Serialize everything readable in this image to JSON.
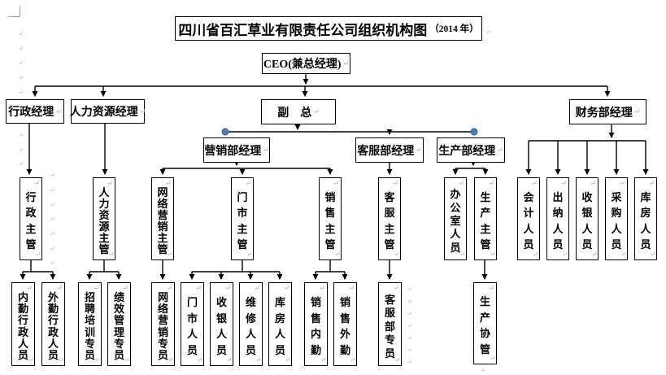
{
  "title": {
    "main": "四川省百汇草业有限责任公司组织机构图",
    "year": "（2014 年）"
  },
  "marks": {
    "pilcrow": "↵"
  },
  "colors": {
    "handle_blue": "#4f81bd",
    "handle_blue_dark": "#2c5aa0",
    "line_black": "#000000"
  },
  "nodes": {
    "ceo": "CEO(兼总经理)",
    "admin_manager": "行政经理",
    "hr_manager": "人力资源经理",
    "vice_president": "副　总",
    "finance_manager": "财务部经理",
    "marketing_manager": "营销部经理",
    "service_manager": "客服部经理",
    "production_manager": "生产部经理",
    "admin_supervisor": "行政主管",
    "hr_supervisor": "人力资源主管",
    "online_marketing_supervisor": "网络营销主管",
    "store_supervisor": "门市主管",
    "sales_supervisor": "销售主管",
    "service_supervisor": "客服主管",
    "office_staff": "办公室人员",
    "production_supervisor": "生产主管",
    "accounting_staff": "会计人员",
    "cashier_staff": "出纳人员",
    "teller_staff": "收银人员",
    "purchasing_staff": "采购人员",
    "warehouse_staff": "库房人员",
    "internal_admin_staff": "内勤行政人员",
    "field_admin_staff": "外勤行政人员",
    "recruit_training_specialist": "招聘培训专员",
    "performance_specialist": "绩效管理专员",
    "online_marketing_specialist": "网络营销专员",
    "store_staff": "门市人员",
    "store_cashier_staff": "收银人员",
    "repair_staff": "维修人员",
    "store_warehouse_staff": "库房人员",
    "sales_internal": "销售内勤",
    "sales_field": "销售外勤",
    "service_specialist": "客服部专员",
    "production_assistant": "生产协管"
  }
}
